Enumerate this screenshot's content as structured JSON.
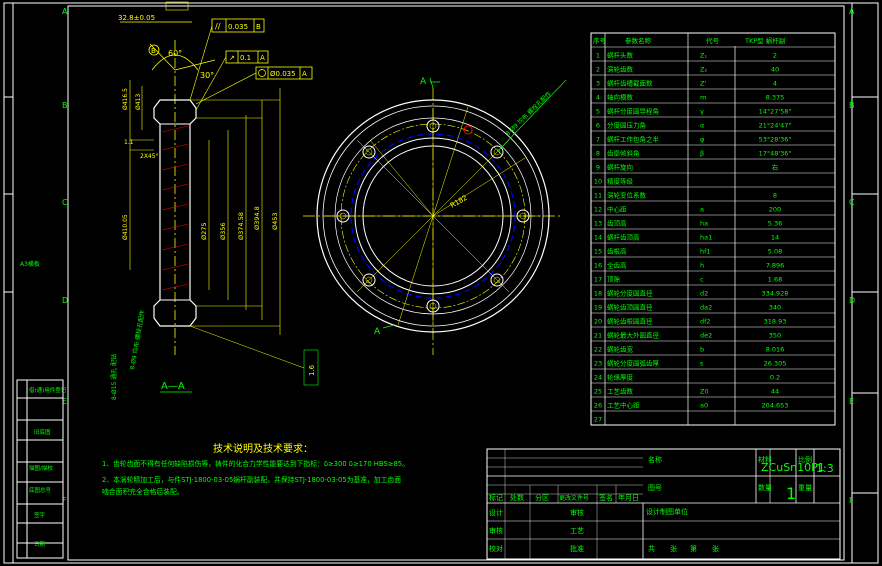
{
  "colors": {
    "background": "#000000",
    "border": "#ffffff",
    "geometry": "#ffffff",
    "dimension": "#ffff00",
    "text_green": "#00ff00",
    "center_line": "#ffff00",
    "hidden_circle": "#0000ff",
    "accent_red": "#ff0000",
    "gridlines_table": "#00ff00"
  },
  "zone_labels_left": [
    "A",
    "B",
    "C",
    "D",
    "E",
    "F"
  ],
  "zone_labels_right": [
    "A",
    "B",
    "C",
    "D",
    "E",
    "F"
  ],
  "left_note": "A3横板",
  "section_title": "A—A",
  "view_marker_top": "A",
  "view_marker_bottom": "A",
  "angle_label_60": "60°",
  "angle_label_30": "30°",
  "top_dim": "32.8±0.05",
  "flatness": {
    "sym": "//",
    "val": "0.035",
    "ref": "B"
  },
  "runout_1": "0.1",
  "runout_ref": "A",
  "position_tol": {
    "val": "Ø0.035",
    "ref": "A"
  },
  "left_dims": [
    "Ø416.5",
    "Ø413",
    "Ø410.05",
    "1.1",
    "2X45°"
  ],
  "vertical_dims": [
    "Ø275",
    "Ø356",
    "Ø374.58",
    "Ø394.8",
    "Ø453"
  ],
  "bolt_callout": "8-Ø9 均布 螺栓孔配作",
  "radius_label": "R182",
  "side_note": "8-Ø15 通孔 配钻",
  "roughness": "1.6",
  "spec_header": [
    "序号",
    "参数名称",
    "代号",
    "TKP型 蜗杆副"
  ],
  "spec_rows": [
    [
      "1",
      "蜗杆头数",
      "Z₁",
      "2"
    ],
    [
      "2",
      "涡轮齿数",
      "Z₂",
      "40"
    ],
    [
      "3",
      "蜗杆齿槽截面数",
      "Z'",
      "4"
    ],
    [
      "4",
      "轴向模数",
      "m",
      "8.375"
    ],
    [
      "5",
      "蜗杆分度圆导程角",
      "γ",
      "14°27'58\""
    ],
    [
      "6",
      "分度圆压力角",
      "α",
      "21°24'47\""
    ],
    [
      "7",
      "蜗杆工作包角之半",
      "φ",
      "53°28'36\""
    ],
    [
      "8",
      "齿廓倾斜角",
      "β",
      "17°48'36\""
    ],
    [
      "9",
      "蜗杆旋向",
      "",
      "右"
    ],
    [
      "10",
      "精度等级",
      "",
      ""
    ],
    [
      "11",
      "涡轮变位系数",
      "",
      "8"
    ],
    [
      "12",
      "中心距",
      "a",
      "200"
    ],
    [
      "13",
      "齿顶高",
      "ha",
      "5.36"
    ],
    [
      "14",
      "蜗杆齿顶高",
      "ha1",
      "14"
    ],
    [
      "15",
      "齿根高",
      "hf1",
      "5.08"
    ],
    [
      "16",
      "全齿高",
      "h",
      "7.896"
    ],
    [
      "17",
      "顶隙",
      "c",
      "1.68"
    ],
    [
      "18",
      "蜗轮分度圆直径",
      "d2",
      "334.928"
    ],
    [
      "19",
      "蜗轮齿顶圆直径",
      "da2",
      "340"
    ],
    [
      "20",
      "蜗轮齿根圆直径",
      "df2",
      "318.93"
    ],
    [
      "21",
      "蜗轮最大外圆直径",
      "de2",
      "350"
    ],
    [
      "22",
      "蜗轮齿宽",
      "b",
      "8.016"
    ],
    [
      "23",
      "蜗轮分度圆弧齿厚",
      "s",
      "26.305"
    ],
    [
      "24",
      "轮缘厚度",
      "",
      "0.2"
    ],
    [
      "25",
      "工艺齿数",
      "Z0",
      "44"
    ],
    [
      "26",
      "工艺中心距",
      "a0",
      "204.653"
    ],
    [
      "27",
      "",
      "",
      ""
    ]
  ],
  "notes_title": "技术说明及技术要求：",
  "notes": [
    "1、齿轮齿面不得有任何缺陷损伤等，铸件的化合力学性能要达到下指标：δ≥300  δ≥170  HBS≥85。",
    "2、本涡轮精加工后，与件STJ-1800-03-05蜗杆副装配，并保持STJ-1800-03-05为基准，加工齿面",
    "   啮合面积完全合格后装配。"
  ],
  "title_block": {
    "name_label": "名称",
    "material_label": "材料",
    "material": "ZCuSn10P1",
    "scale_label": "比例",
    "scale": "1:3",
    "drawing_no_label": "图号",
    "qty_label": "数量",
    "qty": "1",
    "weight_label": "重量",
    "company_cell": "设计制图单位",
    "sign_row": [
      "标记",
      "处数",
      "分区",
      "更改文件号",
      "签名",
      "年月日"
    ],
    "roles_left": [
      "设计",
      "审核",
      "校对"
    ],
    "roles_mid": [
      "审核",
      "工艺",
      "批准"
    ],
    "footer": [
      "共",
      "张",
      "第",
      "张"
    ]
  },
  "left_strip": [
    "借(通)用件登记",
    "",
    "旧底图",
    "",
    "描图/描校",
    "",
    "底图总号",
    "签字",
    "日期"
  ]
}
